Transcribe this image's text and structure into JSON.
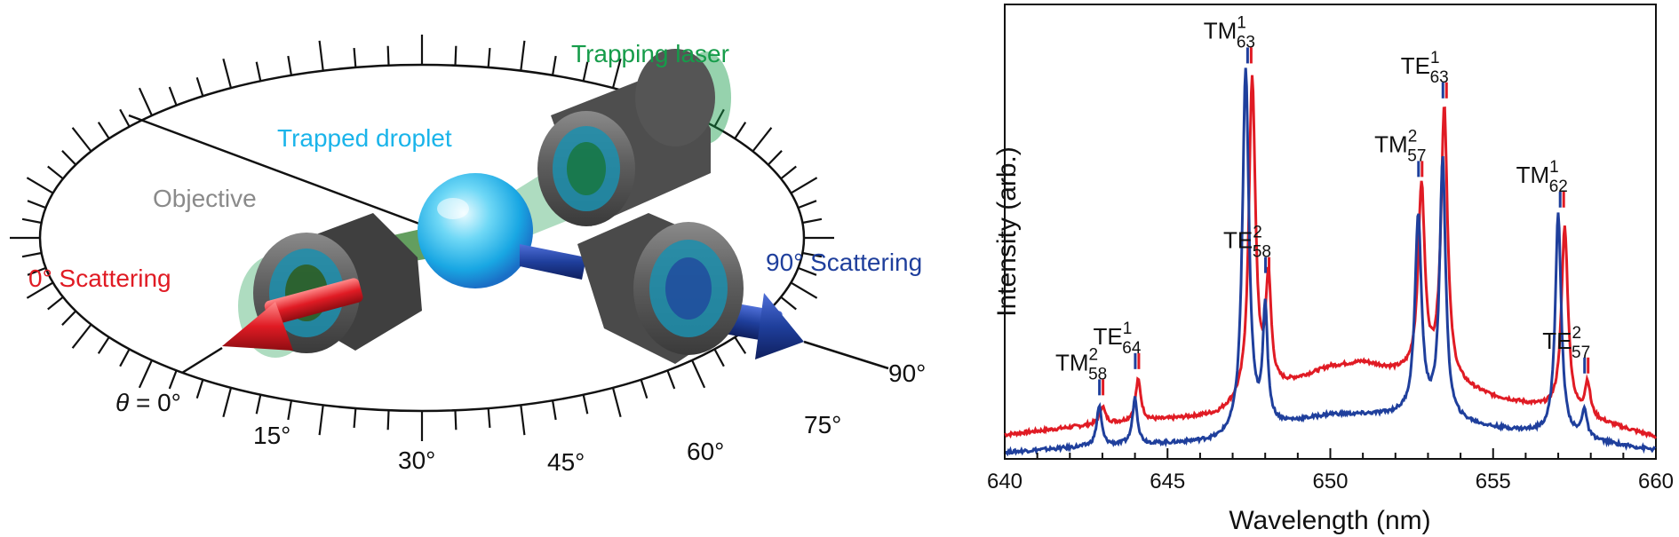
{
  "diagram": {
    "labels": {
      "trapping_laser": "Trapping laser",
      "trapped_droplet": "Trapped droplet",
      "objective": "Objective",
      "scattering_0": "0° Scattering",
      "scattering_90": "90° Scattering",
      "theta_symbol": "θ",
      "theta_value": " = 0°"
    },
    "angle_ticks": [
      "15°",
      "30°",
      "45°",
      "60°",
      "75°",
      "90°"
    ],
    "colors": {
      "trapping": "#169c4a",
      "droplet": "#1ab4ea",
      "objective": "#8a8a8a",
      "scatter0": "#e01b24",
      "scatter90": "#1f3f9c"
    }
  },
  "chart_data": {
    "type": "line",
    "xlabel": "Wavelength (nm)",
    "ylabel": "Intensity (arb.)",
    "xlim": [
      640,
      660
    ],
    "x_ticks": [
      640,
      645,
      650,
      655,
      660
    ],
    "series": [
      {
        "color": "#e01b24",
        "baseline": [
          [
            640,
            0.055
          ],
          [
            643,
            0.08
          ],
          [
            645,
            0.09
          ],
          [
            646.5,
            0.1
          ],
          [
            648,
            0.15
          ],
          [
            650,
            0.21
          ],
          [
            651,
            0.22
          ],
          [
            652,
            0.2
          ],
          [
            653,
            0.19
          ],
          [
            655,
            0.14
          ],
          [
            657,
            0.11
          ],
          [
            659,
            0.07
          ],
          [
            660,
            0.05
          ]
        ],
        "peaks": [
          [
            643.0,
            0.12,
            0.1
          ],
          [
            644.1,
            0.18,
            0.1
          ],
          [
            647.6,
            0.87,
            0.12
          ],
          [
            648.1,
            0.4,
            0.1
          ],
          [
            652.8,
            0.62,
            0.12
          ],
          [
            653.5,
            0.8,
            0.12
          ],
          [
            657.2,
            0.53,
            0.12
          ],
          [
            657.9,
            0.17,
            0.1
          ]
        ]
      },
      {
        "color": "#1f3f9c",
        "baseline": [
          [
            640,
            0.015
          ],
          [
            643,
            0.03
          ],
          [
            645,
            0.035
          ],
          [
            646.5,
            0.04
          ],
          [
            648,
            0.07
          ],
          [
            650,
            0.1
          ],
          [
            651,
            0.1
          ],
          [
            652,
            0.1
          ],
          [
            653,
            0.095
          ],
          [
            655,
            0.07
          ],
          [
            657,
            0.055
          ],
          [
            659,
            0.03
          ],
          [
            660,
            0.02
          ]
        ],
        "peaks": [
          [
            642.9,
            0.12,
            0.09
          ],
          [
            644.0,
            0.14,
            0.09
          ],
          [
            647.4,
            0.89,
            0.12
          ],
          [
            648.0,
            0.33,
            0.09
          ],
          [
            652.7,
            0.55,
            0.12
          ],
          [
            653.45,
            0.68,
            0.11
          ],
          [
            657.0,
            0.56,
            0.11
          ],
          [
            657.8,
            0.11,
            0.09
          ]
        ]
      }
    ],
    "annotations": [
      {
        "mode": "TM",
        "sup": "2",
        "sub": "58",
        "x": 642.95,
        "y": 0.17
      },
      {
        "mode": "TE",
        "sup": "1",
        "sub": "64",
        "x": 644.05,
        "y": 0.23
      },
      {
        "mode": "TM",
        "sup": "1",
        "sub": "63",
        "x": 647.5,
        "y": 0.93
      },
      {
        "mode": "TE",
        "sup": "2",
        "sub": "58",
        "x": 648.05,
        "y": 0.45
      },
      {
        "mode": "TM",
        "sup": "2",
        "sub": "57",
        "x": 652.75,
        "y": 0.67
      },
      {
        "mode": "TE",
        "sup": "1",
        "sub": "63",
        "x": 653.5,
        "y": 0.85
      },
      {
        "mode": "TM",
        "sup": "1",
        "sub": "62",
        "x": 657.1,
        "y": 0.6
      },
      {
        "mode": "TE",
        "sup": "2",
        "sub": "57",
        "x": 657.85,
        "y": 0.22
      }
    ]
  }
}
